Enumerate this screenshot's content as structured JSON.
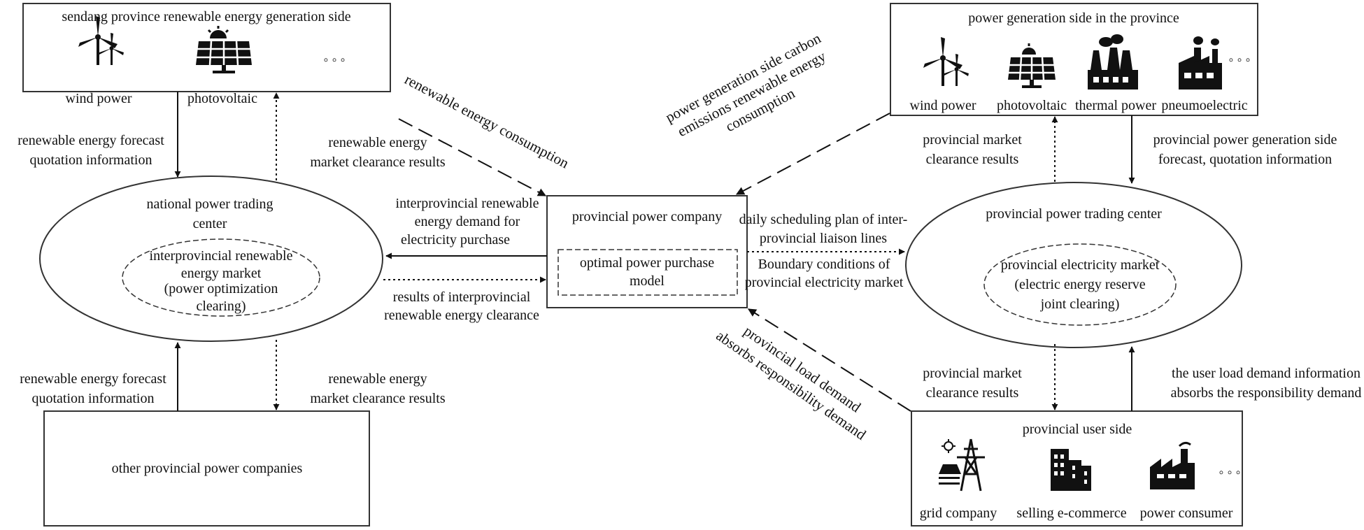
{
  "renewable_side": {
    "title": "sendang province renewable energy generation side",
    "wind_label": "wind power",
    "pv_label": "photovoltaic",
    "ellipsis": "◦ ◦ ◦"
  },
  "province_gen_side": {
    "title": "power generation side in the province",
    "labels": [
      "wind power",
      "photovoltaic",
      "thermal power",
      "pneumoelectric"
    ],
    "ellipsis": "◦ ◦ ◦"
  },
  "national_center": {
    "title": [
      "national power trading",
      "center"
    ],
    "inner": [
      "interprovincial renewable",
      "energy market",
      "(power optimization",
      "clearing)"
    ]
  },
  "provincial_company": {
    "title": "provincial power company",
    "inner": [
      "optimal power purchase",
      "model"
    ]
  },
  "provincial_center": {
    "title": "provincial power trading center",
    "inner": [
      "provincial electricity market",
      "(electric energy reserve",
      "joint clearing)"
    ]
  },
  "other_companies": {
    "title": "other provincial power companies"
  },
  "user_side": {
    "title": "provincial user side",
    "labels": [
      "grid company",
      "selling e-commerce",
      "power consumer"
    ],
    "ellipsis": "◦ ◦ ◦"
  },
  "flows": {
    "re_forecast_top": [
      "renewable energy forecast",
      "quotation information"
    ],
    "re_clearance_top": [
      "renewable energy",
      "market clearance results"
    ],
    "re_consumption": "renewable energy consumption",
    "carbon": [
      "power generation side carbon",
      "emissions renewable energy",
      "consumption"
    ],
    "prov_clear_top": [
      "provincial market",
      "clearance results"
    ],
    "prov_forecast": [
      "provincial power generation side",
      "forecast, quotation information"
    ],
    "interprov_demand": [
      "interprovincial renewable",
      "energy demand for",
      "electricity purchase"
    ],
    "interprov_results": [
      "results of interprovincial",
      "renewable energy clearance"
    ],
    "daily_plan": [
      "daily scheduling plan of inter-",
      "provincial liaison lines"
    ],
    "boundary": [
      "Boundary conditions of",
      "provincial electricity market"
    ],
    "re_forecast_bottom": [
      "renewable energy forecast",
      "quotation information"
    ],
    "re_clearance_bottom": [
      "renewable energy",
      "market clearance results"
    ],
    "load_demand": [
      "provincial load demand",
      "absorbs responsibility demand"
    ],
    "prov_clear_bottom": [
      "provincial market",
      "clearance results"
    ],
    "user_load": [
      "the user load demand information",
      "absorbs the responsibility demand"
    ]
  }
}
